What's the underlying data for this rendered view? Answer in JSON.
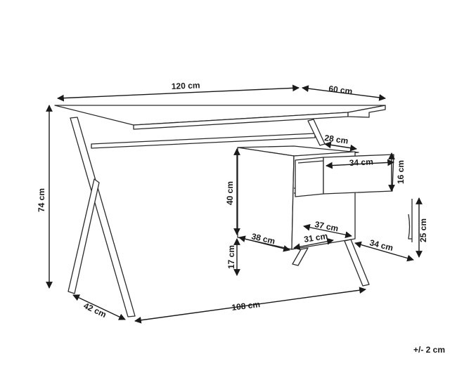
{
  "dimensions": {
    "top_width": "120 cm",
    "top_depth": "60 cm",
    "height_total": "74 cm",
    "drawer_depth_top": "28 cm",
    "drawer_width": "34 cm",
    "drawer_height": "16 cm",
    "cabinet_height": "40 cm",
    "cabinet_inner_width": "37 cm",
    "cabinet_depth": "38 cm",
    "cabinet_bottom_width": "31 cm",
    "drawer_front_width": "34 cm",
    "drawer_front_height": "25 cm",
    "leg_height": "17 cm",
    "base_depth": "42 cm",
    "base_width": "108 cm"
  },
  "tolerance": "+/- 2 cm"
}
